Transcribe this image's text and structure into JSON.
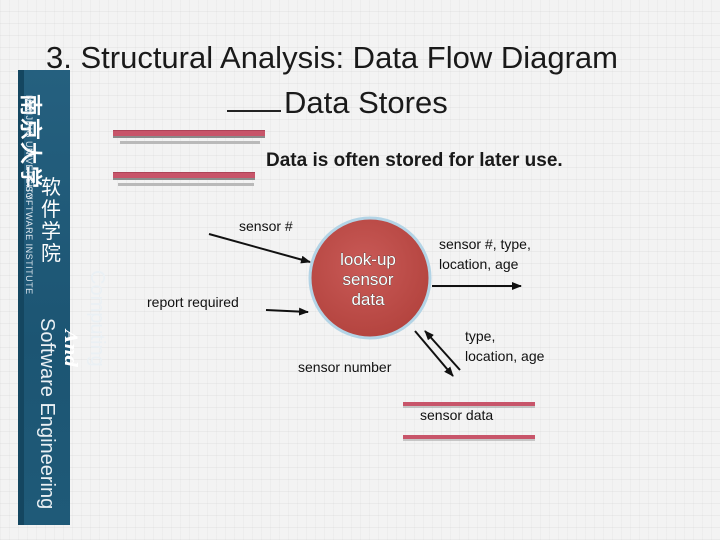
{
  "slide": {
    "title_line1": "3. Structural Analysis: Data Flow Diagram",
    "title_line2": "Data Stores",
    "subtitle": "Data is often stored for later use."
  },
  "sidebar": {
    "university_cn": "南京大学",
    "university_en": "NANJING UNIVERSITY",
    "school_en": "SOFTWARE INSTITUTE",
    "school_cn": "软件学院",
    "computing": "Computing",
    "and": "And",
    "software_engineering": "Software Engineering"
  },
  "diagram": {
    "process_label": "look-up sensor data",
    "flows": {
      "sensor_num_in": "sensor #",
      "report_required": "report required",
      "output": "sensor #, type, location, age",
      "sensor_number": "sensor number",
      "type_location_age": "type, location, age"
    },
    "store_label": "sensor data",
    "colors": {
      "process_fill": "#c0504d",
      "process_text": "#ffffff",
      "store_line": "#c8556a",
      "sidebar": "#1e5a78"
    }
  }
}
